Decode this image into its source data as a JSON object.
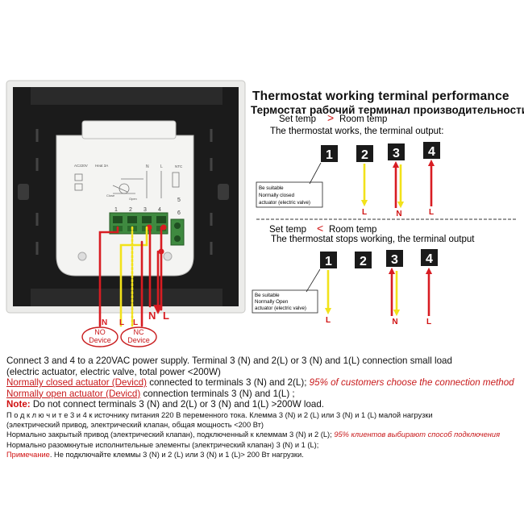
{
  "titles": {
    "en": "Thermostat working terminal performance",
    "ru": "Термостат рабочий терминал производительности"
  },
  "working": {
    "set_temp": "Set temp",
    "room_temp": "Room temp",
    "sign": ">",
    "output_text": "The thermostat works, the terminal output:",
    "terminals": [
      "1",
      "2",
      "3",
      "4"
    ],
    "callout": [
      "Be suitable",
      "Normally closed",
      "actuator (electric valve)"
    ],
    "arrow_labels": [
      "L",
      "N",
      "L"
    ]
  },
  "stopped": {
    "set_temp": "Set temp",
    "room_temp": "Room temp",
    "sign": "<",
    "output_text": "The thermostat stops working, the terminal output",
    "terminals": [
      "1",
      "2",
      "3",
      "4"
    ],
    "callout": [
      "Be suitable",
      "Normally Open",
      "actuator (electric valve)"
    ],
    "arrow_labels": [
      "L",
      "N",
      "L"
    ]
  },
  "device": {
    "top_labels": [
      "AC220V",
      "Heat 3A",
      "N",
      "L",
      "NTC"
    ],
    "relay_labels": [
      "Open",
      "Close"
    ],
    "terminal_numbers": [
      "1",
      "2",
      "3",
      "4",
      "5",
      "6"
    ],
    "wire_labels": [
      "N",
      "L",
      "L",
      "N",
      "L"
    ],
    "no_device": [
      "NO",
      "Device"
    ],
    "nc_device": [
      "NC",
      "Device"
    ]
  },
  "notes": {
    "en1": "Connect 3 and 4 to a 220VAC power supply. Terminal 3 (N) and 2(L) or 3 (N) and 1(L) connection small load",
    "en2": "(electric actuator, electric valve, total power <200W)",
    "en3_link": "Normally closed actuator (Devicd)",
    "en3_text": " connected to terminals 3 (N) and 2(L);",
    "en3_note": " 95% of customers choose the connection method",
    "en4_link": "Normally open actuator (Devicd)",
    "en4_text": " connection terminals 3 (N) and 1(L) ;",
    "en5_label": "Note:",
    "en5_text": " Do not connect terminals 3 (N) and 2(L) or 3 (N) and 1(L)  >200W load.",
    "ru1": "П о д к л ю ч и т е   3 и 4 к источнику питания 220 В переменного тока. Клемма 3 (N) и 2 (L) или 3 (N) и 1 (L) малой нагрузки",
    "ru2": "(электрический привод, электрический клапан, общая мощность <200 Вт)",
    "ru3_text": "Нормально закрытый привод (электрический клапан), подключенный к клеммам 3 (N) и 2 (L); ",
    "ru3_note": "95% клиентов выбирают способ подключения",
    "ru4": "Нормально разомкнутые исполнительные элементы (электрический клапан) 3 (N) и 1 (L);",
    "ru5_label": "Примечание",
    "ru5_text": ". Не подключайте клеммы 3 (N) и 2 (L) или 3 (N) и 1 (L)> 200 Вт нагрузки."
  },
  "colors": {
    "red": "#d81c22",
    "yellow": "#f2e21a",
    "note_red": "#c8191b",
    "panel_black": "#1b1b1b",
    "bezel": "#eeeeec"
  }
}
